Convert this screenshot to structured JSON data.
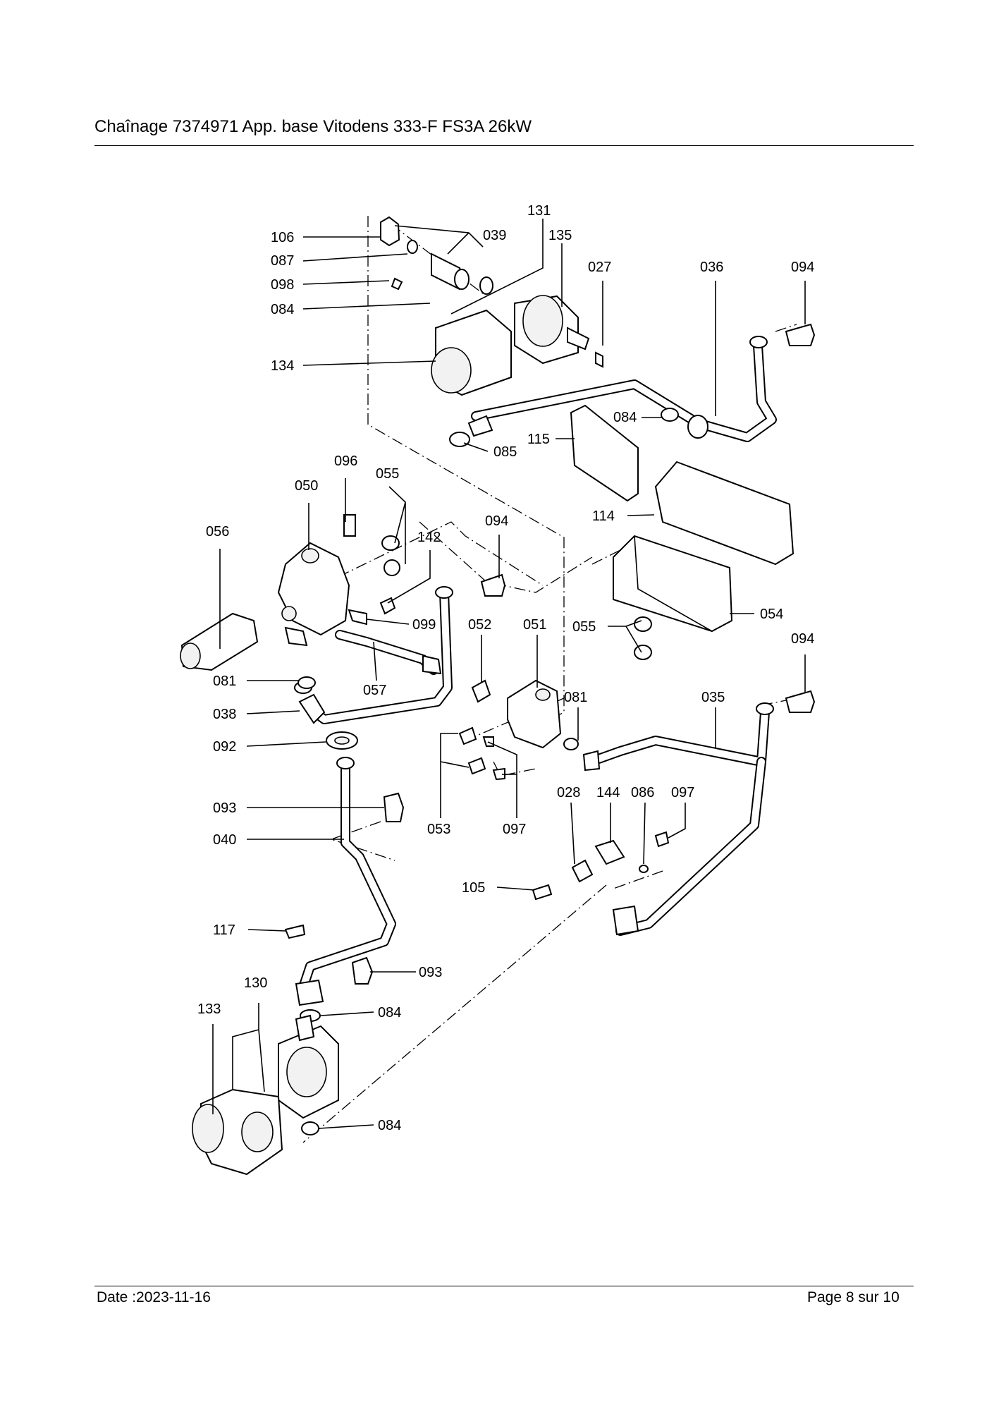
{
  "header": {
    "title": "Chaînage 7374971 App. base Vitodens 333-F FS3A 26kW"
  },
  "footer": {
    "date": "Date :2023-11-16",
    "page_label": "Page 8 sur",
    "page_total": "10"
  },
  "diagram": {
    "callouts": {
      "c106": "106",
      "c087": "087",
      "c098": "098",
      "c084a": "084",
      "c134": "134",
      "c039": "039",
      "c131": "131",
      "c135": "135",
      "c027": "027",
      "c036": "036",
      "c094a": "094",
      "c084b": "084",
      "c085": "085",
      "c115": "115",
      "c114": "114",
      "c096": "096",
      "c050": "050",
      "c055a": "055",
      "c056": "056",
      "c094b": "094",
      "c142": "142",
      "c099": "099",
      "c052": "052",
      "c051": "051",
      "c055b": "055",
      "c054": "054",
      "c094c": "094",
      "c081a": "081",
      "c057": "057",
      "c038": "038",
      "c081b": "081",
      "c035": "035",
      "c092": "092",
      "c093a": "093",
      "c040": "040",
      "c053": "053",
      "c097a": "097",
      "c028": "028",
      "c144": "144",
      "c086": "086",
      "c097b": "097",
      "c105": "105",
      "c117": "117",
      "c093b": "093",
      "c130": "130",
      "c133": "133",
      "c084c": "084",
      "c084d": "084"
    }
  }
}
